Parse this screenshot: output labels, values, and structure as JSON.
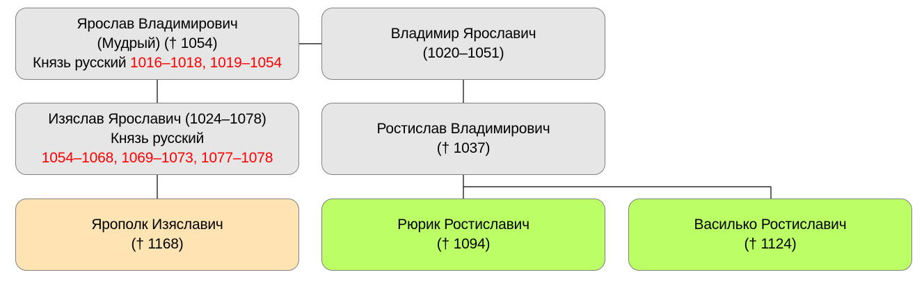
{
  "nodes": {
    "yaroslav": {
      "name": "Ярослав Владимирович",
      "epithet": "(Мудрый) († 1054)",
      "title": "Князь русский",
      "reign": "1016–1018, 1019–1054"
    },
    "vladimir": {
      "name": "Владимир Ярославич",
      "dates": "(1020–1051)"
    },
    "izyaslav": {
      "name": "Изяслав Ярославич (1024–1078)",
      "title": "Князь русский",
      "reign": "1054–1068, 1069–1073, 1077–1078"
    },
    "rostislav": {
      "name": "Ростислав Владимирович",
      "dates": "(† 1037)"
    },
    "yaropolk": {
      "name": "Ярополк Изяславич",
      "dates": "(† 1168)"
    },
    "ryurik": {
      "name": "Рюрик Ростиславич",
      "dates": "(† 1094)"
    },
    "vasilko": {
      "name": "Василько Ростиславич",
      "dates": "(† 1124)"
    }
  },
  "colors": {
    "box_gray": "#e6e6e6",
    "box_peach": "#fee4b2",
    "box_green": "#bbfe66",
    "reign_red": "#ff0000",
    "border": "#7f7f7f",
    "connector": "#000000"
  }
}
